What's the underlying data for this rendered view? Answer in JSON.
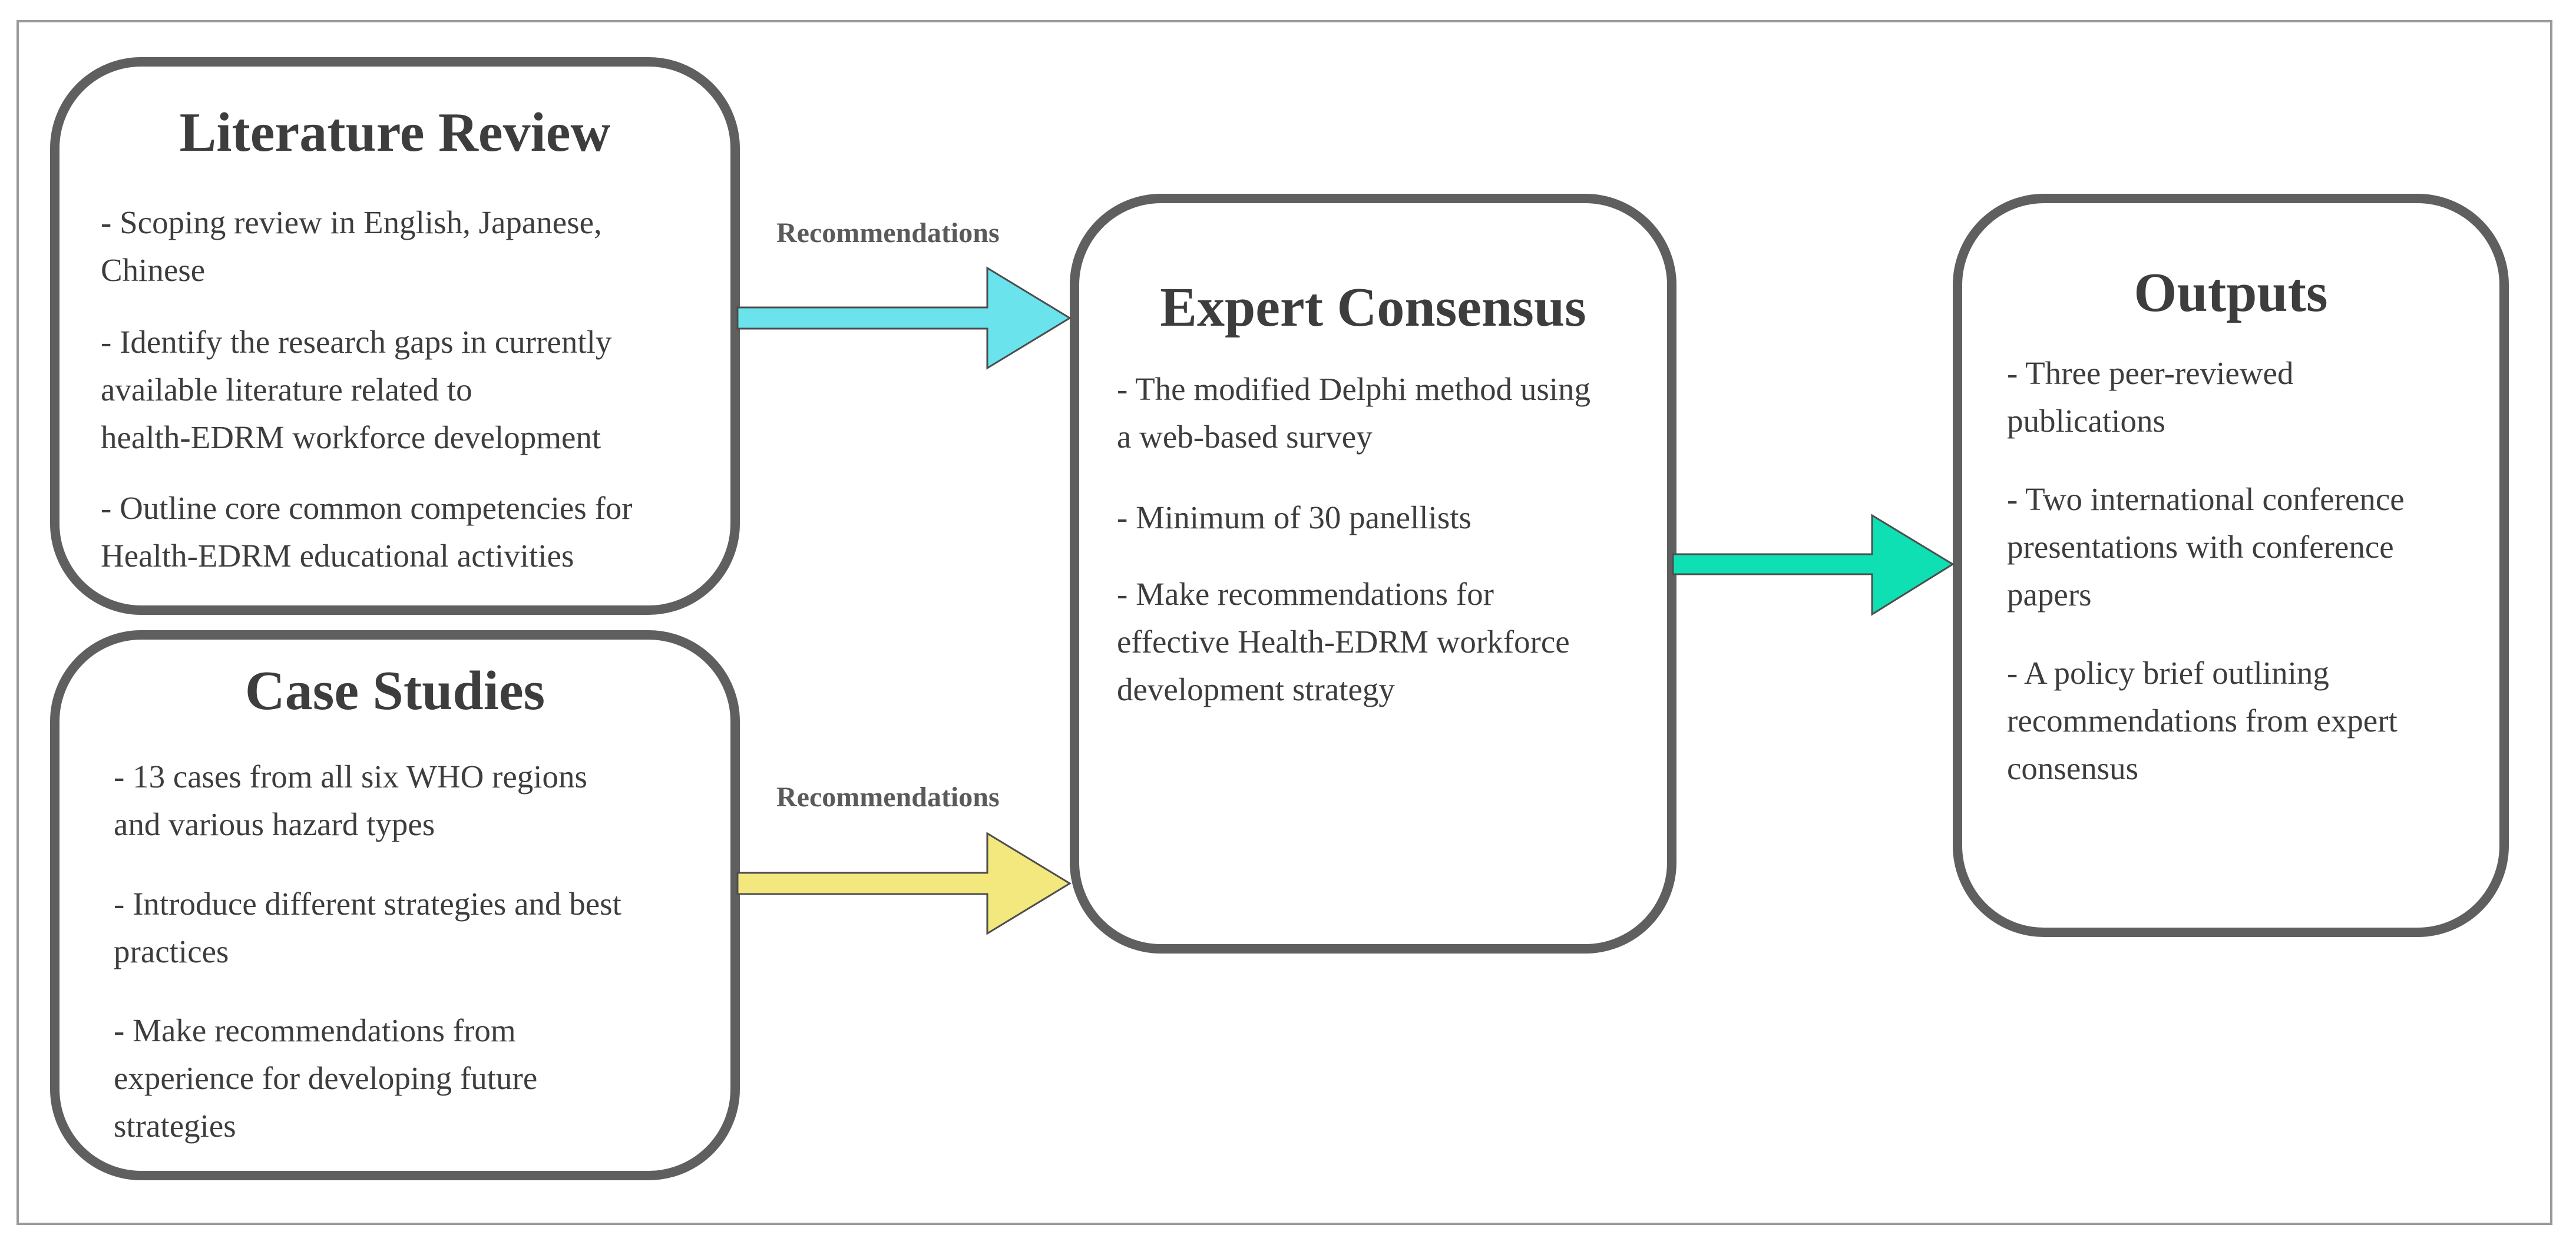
{
  "boxes": {
    "literature_review": {
      "title": "Literature Review",
      "items": [
        [
          "- Scoping review in English, Japanese,",
          "Chinese"
        ],
        [
          "- Identify the research gaps in  currently",
          "available literature related to",
          "health-EDRM workforce development"
        ],
        [
          "- Outline core common competencies for",
          "Health-EDRM educational activities"
        ]
      ]
    },
    "case_studies": {
      "title": "Case Studies",
      "items": [
        [
          "- 13 cases from all six WHO regions",
          "and various hazard types"
        ],
        [
          "- Introduce different strategies and best",
          "practices"
        ],
        [
          "- Make recommendations from",
          "experience for developing future",
          "strategies"
        ]
      ]
    },
    "expert_consensus": {
      "title": "Expert Consensus",
      "items": [
        [
          "- The modified Delphi method using",
          "a web-based survey"
        ],
        [
          "- Minimum of 30 panellists"
        ],
        [
          "- Make recommendations for",
          "effective Health-EDRM workforce",
          "development strategy"
        ]
      ]
    },
    "outputs": {
      "title": "Outputs",
      "items": [
        [
          "- Three peer-reviewed",
          "publications"
        ],
        [
          "- Two international conference",
          "presentations with conference",
          "papers"
        ],
        [
          "- A policy brief outlining",
          "recommendations from expert",
          "consensus"
        ]
      ]
    }
  },
  "arrows": {
    "literature_to_consensus": {
      "label": "Recommendations",
      "color": "#6ae3ec"
    },
    "cases_to_consensus": {
      "label": "Recommendations",
      "color": "#f2e87e"
    },
    "consensus_to_outputs": {
      "label": "",
      "color": "#0ee0b4"
    }
  },
  "colors": {
    "box_border": "#5f5f5f",
    "text": "#3d3d3d",
    "frame_border": "#9a9a9a"
  }
}
